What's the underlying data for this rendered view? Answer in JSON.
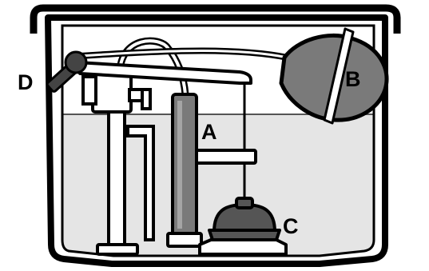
{
  "labels": {
    "a": "A",
    "b": "B",
    "c": "C",
    "d": "D"
  },
  "colors": {
    "water": "#e5e5e5",
    "outline": "#000000",
    "float_ball": "#7a7a7a",
    "flapper": "#555555",
    "handle_knob": "#444444"
  }
}
